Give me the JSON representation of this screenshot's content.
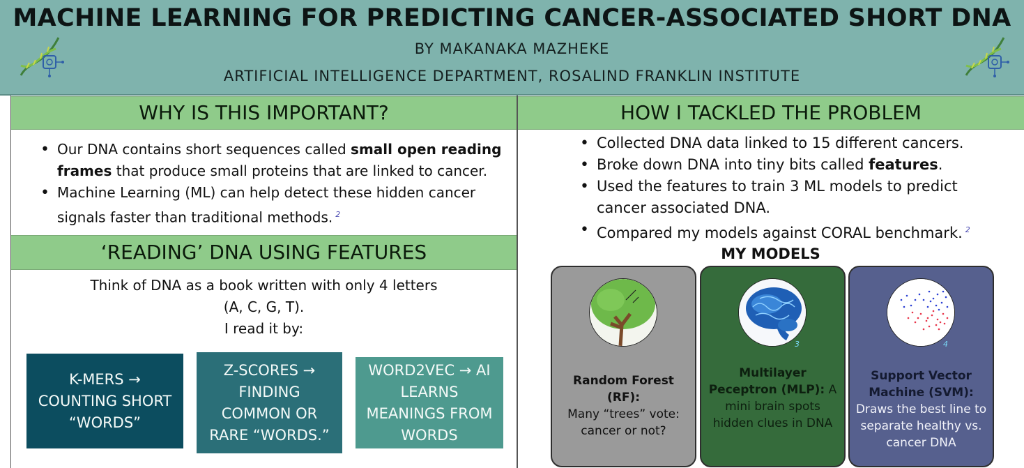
{
  "header": {
    "title": "MACHINE LEARNING FOR PREDICTING CANCER-ASSOCIATED SHORT DNA",
    "author": "BY MAKANAKA MAZHEKE",
    "department": "ARTIFICIAL INTELLIGENCE DEPARTMENT, ROSALIND FRANKLIN INSTITUTE"
  },
  "why": {
    "heading": "WHY IS THIS IMPORTANT?",
    "bullet1_pre": "Our DNA contains short sequences called ",
    "bullet1_bold": "small open reading frames",
    "bullet1_post": " that produce small proteins that are linked to cancer.",
    "bullet2": "Machine Learning (ML) can help detect these hidden cancer signals faster than traditional methods.",
    "bullet2_ref": "2"
  },
  "reading": {
    "heading": "‘READING’ DNA USING FEATURES",
    "intro_line1": "Think of DNA as a book written with only 4 letters",
    "intro_line2": "(A, C, G, T).",
    "intro_line3": "I read it by:",
    "kmers": "K-MERS → COUNTING SHORT “WORDS”",
    "zscores": "Z-SCORES → FINDING COMMON OR RARE “WORDS.”",
    "word2vec": "WORD2VEC → AI LEARNS MEANINGS FROM WORDS"
  },
  "tackled": {
    "heading": "HOW I TACKLED THE PROBLEM",
    "bullet1": "Collected DNA data linked to 15 different cancers.",
    "bullet2_pre": "Broke down DNA into tiny bits called ",
    "bullet2_bold": "features",
    "bullet2_post": ".",
    "bullet3": "Used the features to train 3 ML models to predict cancer associated DNA.",
    "bullet4": "Compared my models against CORAL benchmark.",
    "bullet4_ref": "2"
  },
  "models": {
    "title": "MY MODELS",
    "rf_name": "Random Forest (RF):",
    "rf_desc": "Many “trees” vote: cancer or not?",
    "mlp_name": "Multilayer Peceptron (MLP):",
    "mlp_desc": "A mini brain spots hidden clues in DNA",
    "mlp_ref": "3",
    "svm_name": "Support Vector Machine (SVM):",
    "svm_desc": "Draws the best line to separate healthy vs. cancer DNA",
    "svm_ref": "4"
  },
  "icons": {
    "logo_left": "dna-logo-icon",
    "logo_right": "dna-logo-icon",
    "rf": "tree-icon",
    "mlp": "brain-icon",
    "svm": "scatter-plot-icon"
  },
  "colors": {
    "header_bg": "#7fb3ad",
    "section_band": "#8fcb8a",
    "kmers_box": "#0c4d5f",
    "zscores_box": "#2b6f78",
    "word2vec_box": "#4e9a8f",
    "rf_card": "#9a9a9a",
    "mlp_card": "#356b3b",
    "svm_card": "#56608e"
  }
}
